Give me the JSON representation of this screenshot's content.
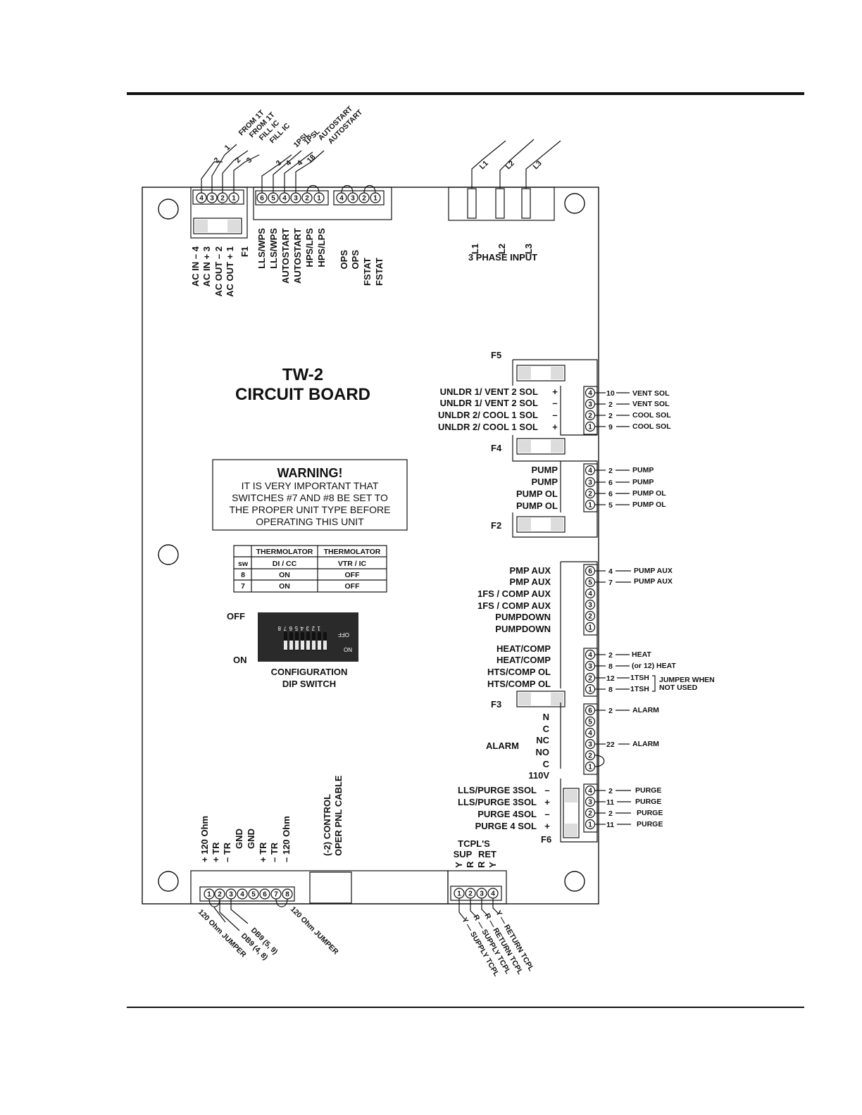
{
  "title": {
    "line1": "TW-2",
    "line2": "CIRCUIT BOARD"
  },
  "warning": {
    "heading": "WARNING!",
    "lines": [
      "IT IS VERY IMPORTANT THAT",
      "SWITCHES #7 AND #8 BE SET TO",
      "THE PROPER UNIT TYPE BEFORE",
      "OPERATING THIS UNIT"
    ]
  },
  "switch_table": {
    "headers": [
      "",
      "THERMOLATOR",
      "THERMOLATOR"
    ],
    "rows": [
      [
        "sw",
        "DI / CC",
        "VTR / IC"
      ],
      [
        "8",
        "ON",
        "OFF"
      ],
      [
        "7",
        "ON",
        "OFF"
      ]
    ]
  },
  "dip": {
    "off_label": "OFF",
    "on_label": "ON",
    "caption1": "CONFIGURATION",
    "caption2": "DIP SWITCH",
    "numbers": [
      "8",
      "7",
      "6",
      "5",
      "4",
      "3",
      "2",
      "1"
    ],
    "inner_off": "OFF",
    "inner_on": "ON"
  },
  "phase": {
    "lines": [
      "L1",
      "L2",
      "L3"
    ],
    "caption": "3 PHASE INPUT"
  },
  "top_left": {
    "pins": [
      "4",
      "3",
      "2",
      "1"
    ],
    "wires": [
      "2",
      "1",
      "2",
      "3"
    ],
    "wire_labels": [
      "FROM 1T",
      "FROM 1T",
      "FILL IC",
      "FILL IC"
    ],
    "board_labels": [
      "AC IN  –  4",
      "AC IN  +  3",
      "AC OUT  –  2",
      "AC OUT  +  1"
    ],
    "fuse": "F1"
  },
  "top_mid": {
    "pins": [
      "6",
      "5",
      "4",
      "3",
      "2",
      "1"
    ],
    "wires": [
      "3",
      "4",
      "4",
      "18"
    ],
    "wire_labels": [
      "1PSL",
      "1PSL",
      "AUTOSTART",
      "AUTOSTART"
    ],
    "board_labels": [
      "LLS/WPS",
      "LLS/WPS",
      "AUTOSTART",
      "AUTOSTART",
      "HPS/LPS",
      "HPS/LPS"
    ]
  },
  "top_right": {
    "pins": [
      "4",
      "3",
      "2",
      "1"
    ],
    "board_labels": [
      "OPS",
      "OPS",
      "FSTAT",
      "FSTAT"
    ]
  },
  "fuses": {
    "f5": "F5",
    "f4": "F4",
    "f2": "F2",
    "f3": "F3",
    "f6": "F6"
  },
  "unldr": {
    "labels": [
      "UNLDR  1/ VENT 2 SOL",
      "UNLDR  1/ VENT 2 SOL",
      "UNLDR 2/ COOL 1 SOL",
      "UNLDR 2/ COOL 1 SOL"
    ],
    "signs": [
      "+",
      "–",
      "–",
      "+"
    ],
    "pins": [
      "4",
      "3",
      "2",
      "1"
    ],
    "wires": [
      "10",
      "2",
      "2",
      "9"
    ],
    "wire_labels": [
      "VENT SOL",
      "VENT SOL",
      "COOL SOL",
      "COOL SOL"
    ]
  },
  "pump": {
    "labels": [
      "PUMP",
      "PUMP",
      "PUMP OL",
      "PUMP OL"
    ],
    "pins": [
      "4",
      "3",
      "2",
      "1"
    ],
    "wires": [
      "2",
      "6",
      "6",
      "5"
    ],
    "wire_labels": [
      "PUMP",
      "PUMP",
      "PUMP OL",
      "PUMP OL"
    ]
  },
  "aux": {
    "labels": [
      "PMP AUX",
      "PMP AUX",
      "1FS / COMP AUX",
      "1FS / COMP AUX",
      "PUMPDOWN",
      "PUMPDOWN"
    ],
    "pins": [
      "6",
      "5",
      "4",
      "3",
      "2",
      "1"
    ],
    "wires": [
      "4",
      "7"
    ],
    "wire_labels": [
      "PUMP AUX",
      "PUMP AUX"
    ]
  },
  "heat": {
    "labels": [
      "HEAT/COMP",
      "HEAT/COMP",
      "HTS/COMP OL",
      "HTS/COMP OL"
    ],
    "pins": [
      "4",
      "3",
      "2",
      "1"
    ],
    "wires": [
      "2",
      "8",
      "12",
      "8"
    ],
    "wire_labels": [
      "HEAT",
      "(or 12) HEAT",
      "1TSH",
      "1TSH"
    ],
    "note1": "JUMPER WHEN",
    "note2": "NOT USED"
  },
  "alarm": {
    "title": "ALARM",
    "labels": [
      "N",
      "C",
      "NC",
      "NO",
      "C",
      "110V"
    ],
    "pins": [
      "6",
      "5",
      "4",
      "3",
      "2",
      "1"
    ],
    "wires": [
      "2",
      "22"
    ],
    "wire_labels": [
      "ALARM",
      "ALARM"
    ]
  },
  "purge": {
    "labels": [
      "LLS/PURGE 3SOL",
      "LLS/PURGE 3SOL",
      "PURGE 4SOL",
      "PURGE 4 SOL"
    ],
    "signs": [
      "–",
      "+",
      "–",
      "+"
    ],
    "pins": [
      "4",
      "3",
      "2",
      "1"
    ],
    "wires": [
      "2",
      "11",
      "2",
      "11"
    ],
    "wire_labels": [
      "PURGE",
      "PURGE",
      "PURGE",
      "PURGE"
    ]
  },
  "bottom_left": {
    "pins": [
      "1",
      "2",
      "3",
      "4",
      "5",
      "6",
      "7",
      "8"
    ],
    "labels": [
      "+  120 Ohm",
      "+  TR",
      "–  TR",
      "GND",
      "GND",
      "+  TR",
      "–  TR",
      "–  120 Ohm"
    ],
    "wire_labels": [
      "120 Ohm JUMPER",
      "DB9 (4, 8)",
      "DB9 (5, 9)",
      "120 Ohm JUMPER"
    ]
  },
  "control_cable": {
    "line1": "(-2) CONTROL",
    "line2": "OPER PNL CABLE"
  },
  "tcpl": {
    "title": "TCPL'S",
    "sup": "SUP",
    "ret": "RET",
    "letters": [
      "Y",
      "R",
      "R",
      "Y"
    ],
    "pins": [
      "1",
      "2",
      "3",
      "4"
    ],
    "wire_labels": [
      "Y — SUPPLY TCPL",
      "R — SUPPLY TCPL",
      "R — RETURN TCPL",
      "Y — RETURN TCPL"
    ]
  }
}
